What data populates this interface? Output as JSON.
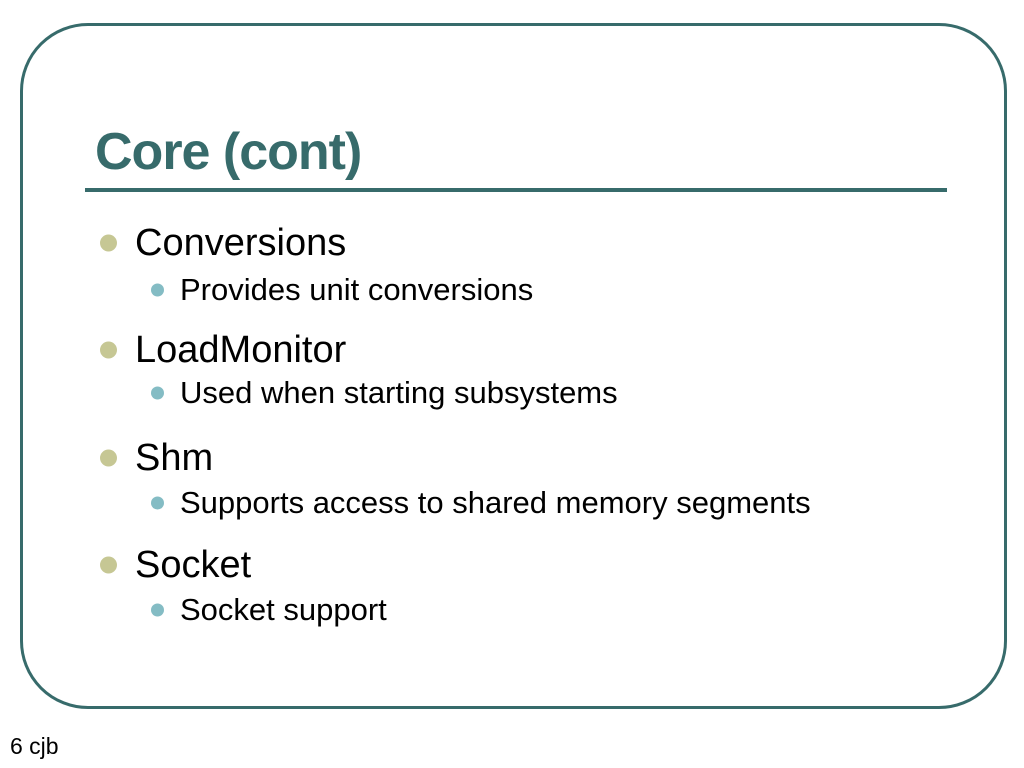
{
  "slide": {
    "title": "Core (cont)",
    "footer": "6 cjb",
    "items": [
      {
        "level": 1,
        "text": "Conversions"
      },
      {
        "level": 2,
        "text": "Provides unit conversions"
      },
      {
        "level": 1,
        "text": "LoadMonitor"
      },
      {
        "level": 2,
        "text": "Used when starting subsystems"
      },
      {
        "level": 1,
        "text": "Shm"
      },
      {
        "level": 2,
        "text": "Supports access to shared memory segments"
      },
      {
        "level": 1,
        "text": "Socket"
      },
      {
        "level": 2,
        "text": "Socket support"
      }
    ]
  },
  "colors": {
    "accent": "#376b6b",
    "bullet_level1": "#c6c794",
    "bullet_level2": "#84bcc4",
    "text": "#000000",
    "background": "#ffffff"
  }
}
